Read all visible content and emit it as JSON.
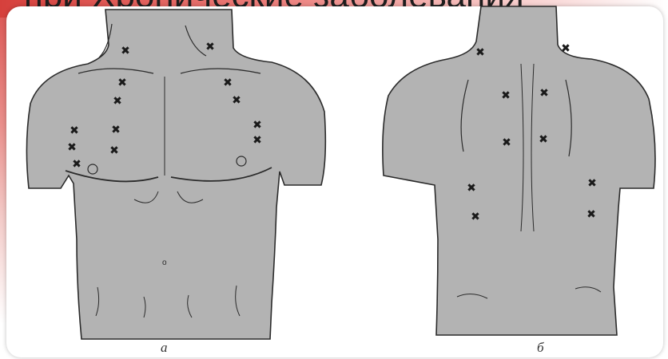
{
  "slide": {
    "heading_fragment": "при Хронические заболевания"
  },
  "figure": {
    "caption_front": "а",
    "caption_back": "б",
    "marker_symbol": "✖",
    "nipple_label_left": "о",
    "nipple_label_right": "о",
    "skin_color": "#b3b3b3",
    "outline_color": "#2b2b2b",
    "marker_color": "#1a1a1a"
  }
}
